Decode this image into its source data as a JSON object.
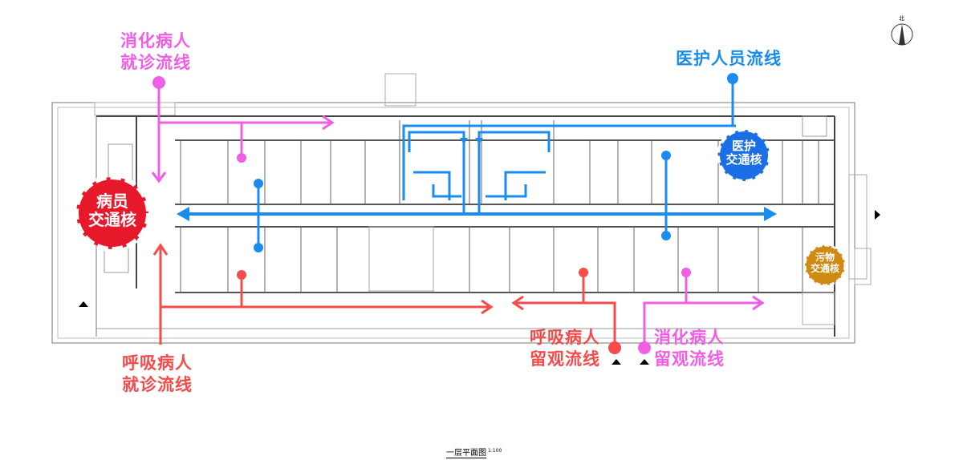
{
  "drawing_title": "一层平面图",
  "drawing_scale": "1:100",
  "north_label": "北",
  "flows": {
    "digestive_visit": {
      "line1": "消化病人",
      "line2": "就诊流线",
      "color": "#f15ee6"
    },
    "respiratory_visit": {
      "line1": "呼吸病人",
      "line2": "就诊流线",
      "color": "#f54b4b"
    },
    "respiratory_observe": {
      "line1": "呼吸病人",
      "line2": "留观流线",
      "color": "#f54b4b"
    },
    "digestive_observe": {
      "line1": "消化病人",
      "line2": "留观流线",
      "color": "#f15ee6"
    },
    "staff": {
      "label": "医护人员流线",
      "color": "#1a8cf0"
    }
  },
  "cores": {
    "patient_core": {
      "line1": "病员",
      "line2": "交通核",
      "color": "#e8182b"
    },
    "staff_core": {
      "line1": "医护",
      "line2": "交通核",
      "color": "#1a6fe6"
    },
    "dirty_core": {
      "line1": "污物",
      "line2": "交通核",
      "color": "#d08a12"
    }
  }
}
